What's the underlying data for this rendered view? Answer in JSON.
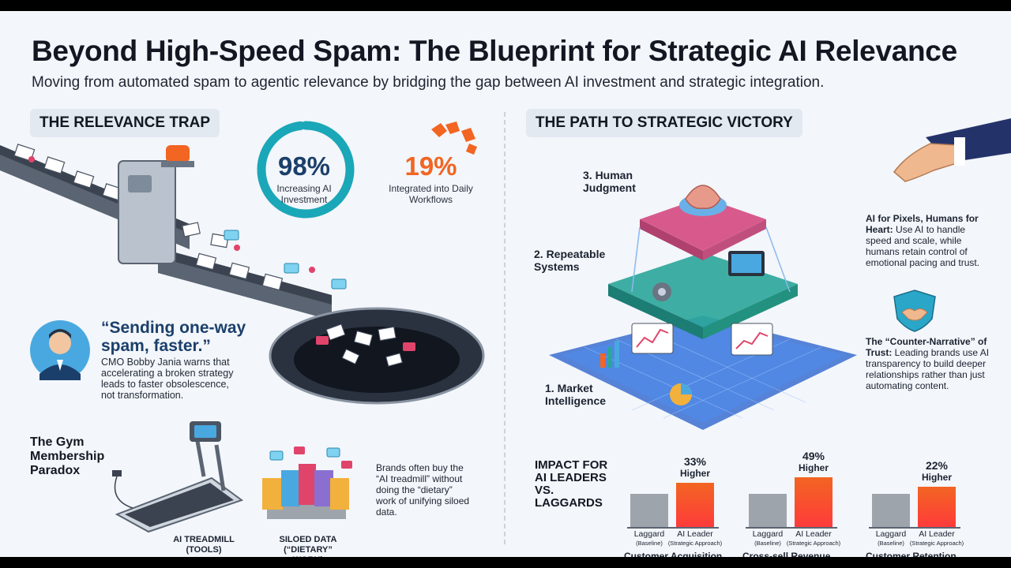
{
  "header": {
    "title": "Beyond High-Speed Spam: The Blueprint for Strategic AI Relevance",
    "subtitle": "Moving from automated spam to agentic relevance by bridging the gap between AI investment and strategic integration."
  },
  "left": {
    "section_title": "THE RELEVANCE TRAP",
    "stats": [
      {
        "value": "98%",
        "label": "Increasing AI Investment",
        "ring_fill": 0.98
      },
      {
        "value": "19%",
        "label": "Integrated into Daily Workflows"
      }
    ],
    "quote": {
      "text": "“Sending one-way spam, faster.”",
      "body": "CMO Bobby Jania warns that accelerating a broken strategy leads to faster obsolescence, not transformation."
    },
    "paradox": {
      "title": "The Gym Membership Paradox",
      "treadmill_label": "AI TREADMILL (TOOLS)",
      "data_label": "SILOED DATA (“DIETARY” WORK)",
      "body": "Brands often buy the “AI treadmill” without doing the “dietary” work of unifying siloed data."
    }
  },
  "right": {
    "section_title": "THE PATH TO STRATEGIC VICTORY",
    "layers": [
      {
        "label": "3. Human Judgment"
      },
      {
        "label": "2. Repeatable Systems"
      },
      {
        "label": "1. Market Intelligence"
      }
    ],
    "callouts": [
      {
        "bold": "AI for Pixels, Humans for Heart:",
        "text": " Use AI to handle speed and scale, while humans retain control of emotional pacing and trust."
      },
      {
        "bold": "The “Counter-Narrative” of Trust:",
        "text": " Leading brands use AI transparency to build deeper relationships rather than just automating content."
      }
    ],
    "impact_title": "IMPACT FOR AI LEADERS VS. LAGGARDS"
  },
  "chart_data": {
    "type": "bar",
    "title": "IMPACT FOR AI LEADERS VS. LAGGARDS",
    "categories": [
      "Laggard",
      "AI Leader"
    ],
    "category_notes": [
      "(Baseline)",
      "(Strategic Approach)"
    ],
    "groups": [
      {
        "metric": "Customer Acquisition",
        "lift": "33%",
        "lift_label": "Higher",
        "values": [
          100,
          133
        ]
      },
      {
        "metric": "Cross-sell Revenue",
        "lift": "49%",
        "lift_label": "Higher",
        "values": [
          100,
          149
        ]
      },
      {
        "metric": "Customer Retention",
        "lift": "22%",
        "lift_label": "Higher",
        "values": [
          100,
          122
        ]
      }
    ],
    "colors": {
      "laggard": "#9ea4ab",
      "leader": "#f26522"
    }
  },
  "colors": {
    "accent_teal": "#1aa7b8",
    "accent_orange": "#f26522",
    "navy": "#1b3f6b"
  }
}
